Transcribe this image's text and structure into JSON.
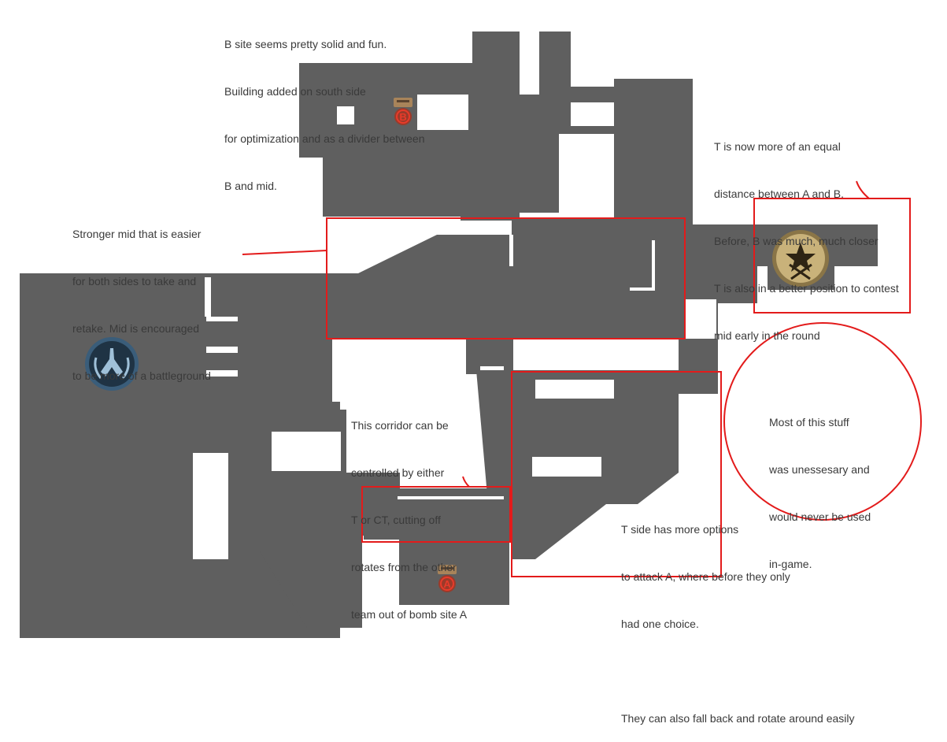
{
  "annotations": {
    "b_site": {
      "lines": [
        "B site seems pretty solid and fun.",
        "Building added on south side",
        "for optimization and as a divider between",
        "B and mid."
      ]
    },
    "t_spawn": {
      "lines": [
        "T is now more of an equal",
        "distance between A and B.",
        "Before, B was much, much closer",
        "T is also in a better position to contest",
        "mid early in the round"
      ]
    },
    "mid": {
      "lines": [
        "Stronger mid that is easier",
        "for both sides to take and",
        "retake. Mid is encouraged",
        "to be more of a battleground"
      ]
    },
    "corridor": {
      "lines": [
        "This corridor can be",
        "controlled by either",
        "T or CT, cutting off",
        "rotates from the other",
        "team out of bomb site A"
      ]
    },
    "unnecessary": {
      "lines": [
        "Most of this stuff",
        "was unessesary and",
        "would never be used",
        "in-game."
      ]
    },
    "t_side": {
      "lines": [
        "T side has more options",
        "to attack A, where before they only",
        "had one choice.",
        "",
        "They can also fall back and rotate around easily"
      ]
    }
  },
  "map_labels": {
    "bomb_site_a": "A",
    "bomb_site_b": "B"
  },
  "icons": {
    "ct_spawn": "ct-spawn-icon",
    "t_spawn": "t-spawn-icon",
    "bomb_a": "bombsite-a-icon",
    "bomb_b": "bombsite-b-icon"
  },
  "colors": {
    "floor": "#5f5f5f",
    "wall_gap": "#ffffff",
    "highlight": "#e31b1b",
    "text": "#3a3a3a",
    "ct_badge": "#1f3344",
    "t_badge": "#c9b27a"
  }
}
